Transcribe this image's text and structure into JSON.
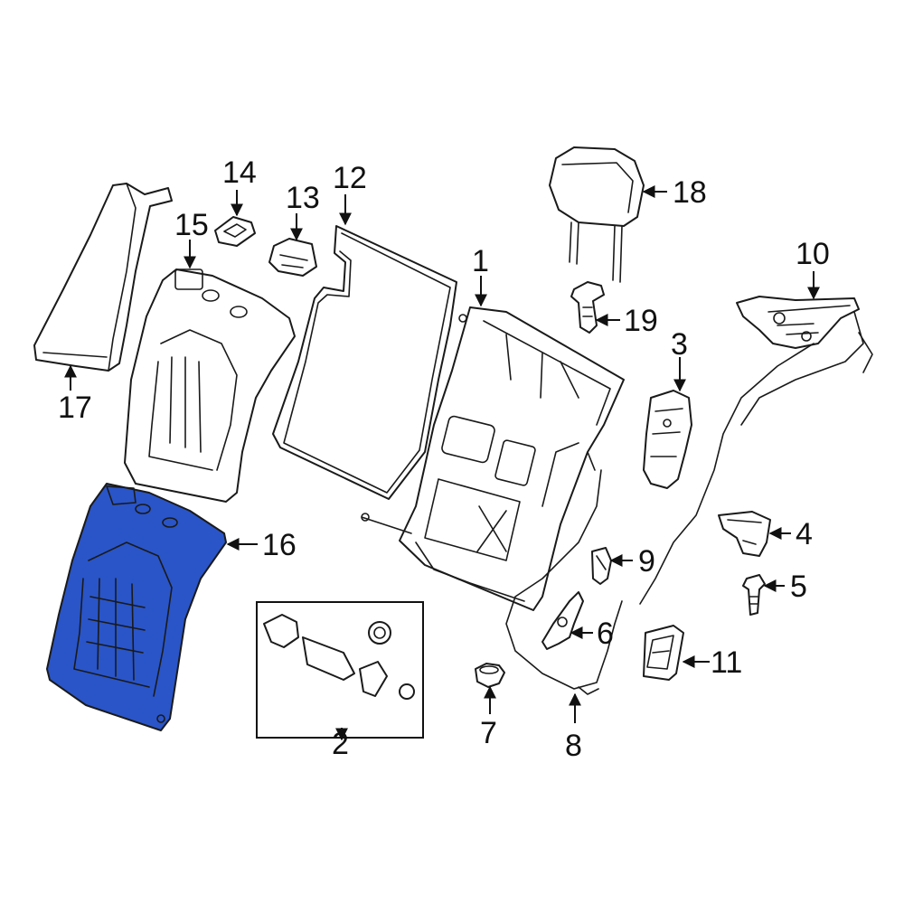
{
  "callouts": [
    "1",
    "2",
    "3",
    "4",
    "5",
    "6",
    "7",
    "8",
    "9",
    "10",
    "11",
    "12",
    "13",
    "14",
    "15",
    "16",
    "17",
    "18",
    "19"
  ],
  "colors": {
    "highlight": "#2a55c8",
    "line": "#1a1a1a",
    "background": "#ffffff"
  }
}
